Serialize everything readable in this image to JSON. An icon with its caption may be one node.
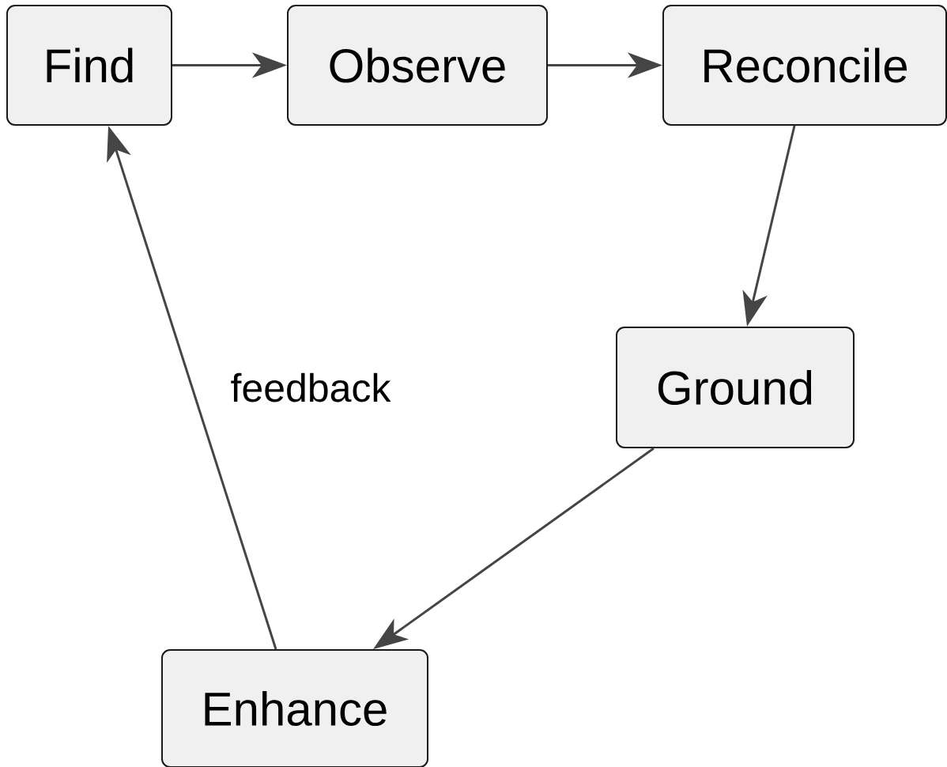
{
  "diagram": {
    "nodes": [
      {
        "text": [
          "Find"
        ]
      },
      {
        "text": [
          "Observe"
        ]
      },
      {
        "text": [
          "Reconcile"
        ]
      },
      {
        "text": [
          "Ground"
        ]
      },
      {
        "text": [
          "Enhance"
        ]
      }
    ],
    "edges": [
      {
        "from": 0,
        "to": 1,
        "arrow": "to"
      },
      {
        "from": 1,
        "to": 2,
        "arrow": "to"
      },
      {
        "from": 2,
        "to": 3,
        "arrow": "to"
      },
      {
        "from": 3,
        "to": 4,
        "arrow": "to"
      },
      {
        "from": 4,
        "to": 0,
        "arrow": "to",
        "label": "feedback"
      }
    ]
  }
}
